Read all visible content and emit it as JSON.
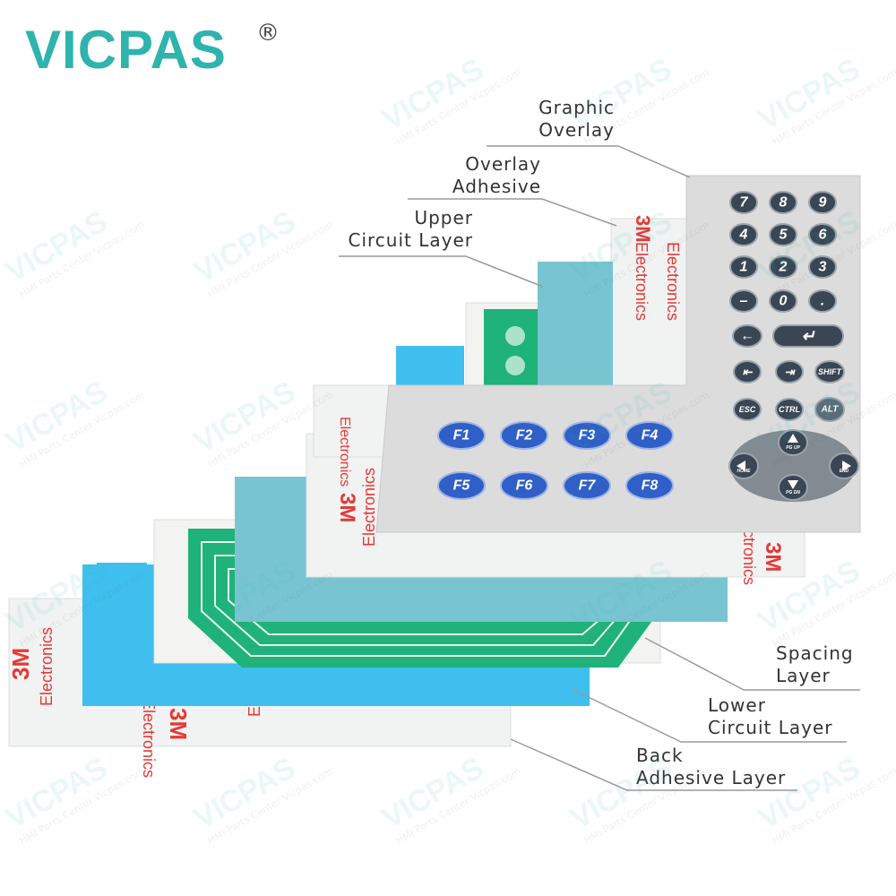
{
  "brand": {
    "name": "VICPAS",
    "registered": "®",
    "color": "#2fb3ad"
  },
  "watermark": {
    "name": "VICPAS",
    "tagline": "HMI Parts Center",
    "site": "Vicpas.com"
  },
  "adhesive_brand": {
    "mark": "3M",
    "text": "Electronics",
    "color": "#e53935"
  },
  "layers": [
    {
      "line1": "Graphic",
      "line2": "Overlay"
    },
    {
      "line1": "Overlay",
      "line2": "Adhesive"
    },
    {
      "line1": "Upper",
      "line2": "Circuit Layer"
    },
    {
      "line1": "Spacing",
      "line2": "Layer"
    },
    {
      "line1": "Lower",
      "line2": "Circuit Layer"
    },
    {
      "line1": "Back",
      "line2": "Adhesive Layer"
    }
  ],
  "keypad": {
    "numeric_rows": [
      [
        "7",
        "8",
        "9"
      ],
      [
        "4",
        "5",
        "6"
      ],
      [
        "1",
        "2",
        "3"
      ]
    ],
    "row_zero": {
      "minus": "–",
      "zero": "0",
      "dot": "."
    },
    "nav_row": {
      "left": "←",
      "enter": "↵"
    },
    "tab_row": {
      "back_tab": "⇤",
      "tab": "⇥",
      "shift": "SHIFT"
    },
    "ctrl_row": {
      "esc": "ESC",
      "ctrl": "CTRL",
      "alt": "ALT"
    },
    "function_keys": [
      "F1",
      "F2",
      "F3",
      "F4",
      "F5",
      "F6",
      "F7",
      "F8"
    ],
    "cursor": {
      "up": "PG UP",
      "down": "PG DN",
      "left": "HOME",
      "right": "END"
    }
  }
}
